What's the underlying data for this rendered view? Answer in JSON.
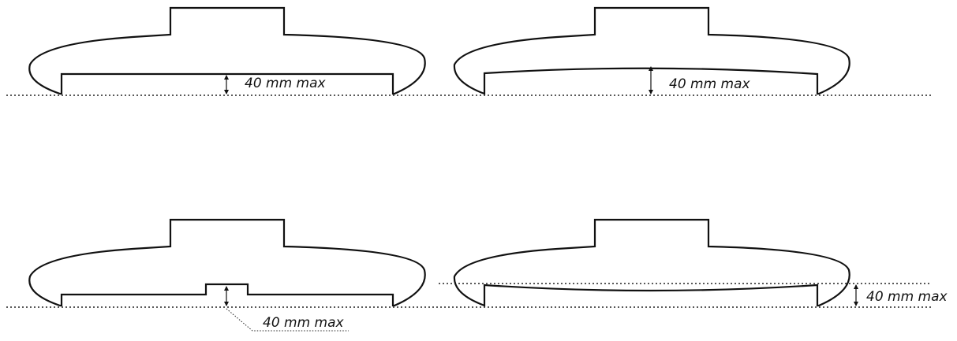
{
  "figures": [
    {
      "id": "top-left",
      "dimension_label": "40 mm max"
    },
    {
      "id": "top-right",
      "dimension_label": "40 mm max"
    },
    {
      "id": "bottom-left",
      "dimension_label": "40 mm max"
    },
    {
      "id": "bottom-right",
      "dimension_label": "40 mm max"
    }
  ],
  "colors": {
    "line": "#111111",
    "background": "#ffffff"
  }
}
